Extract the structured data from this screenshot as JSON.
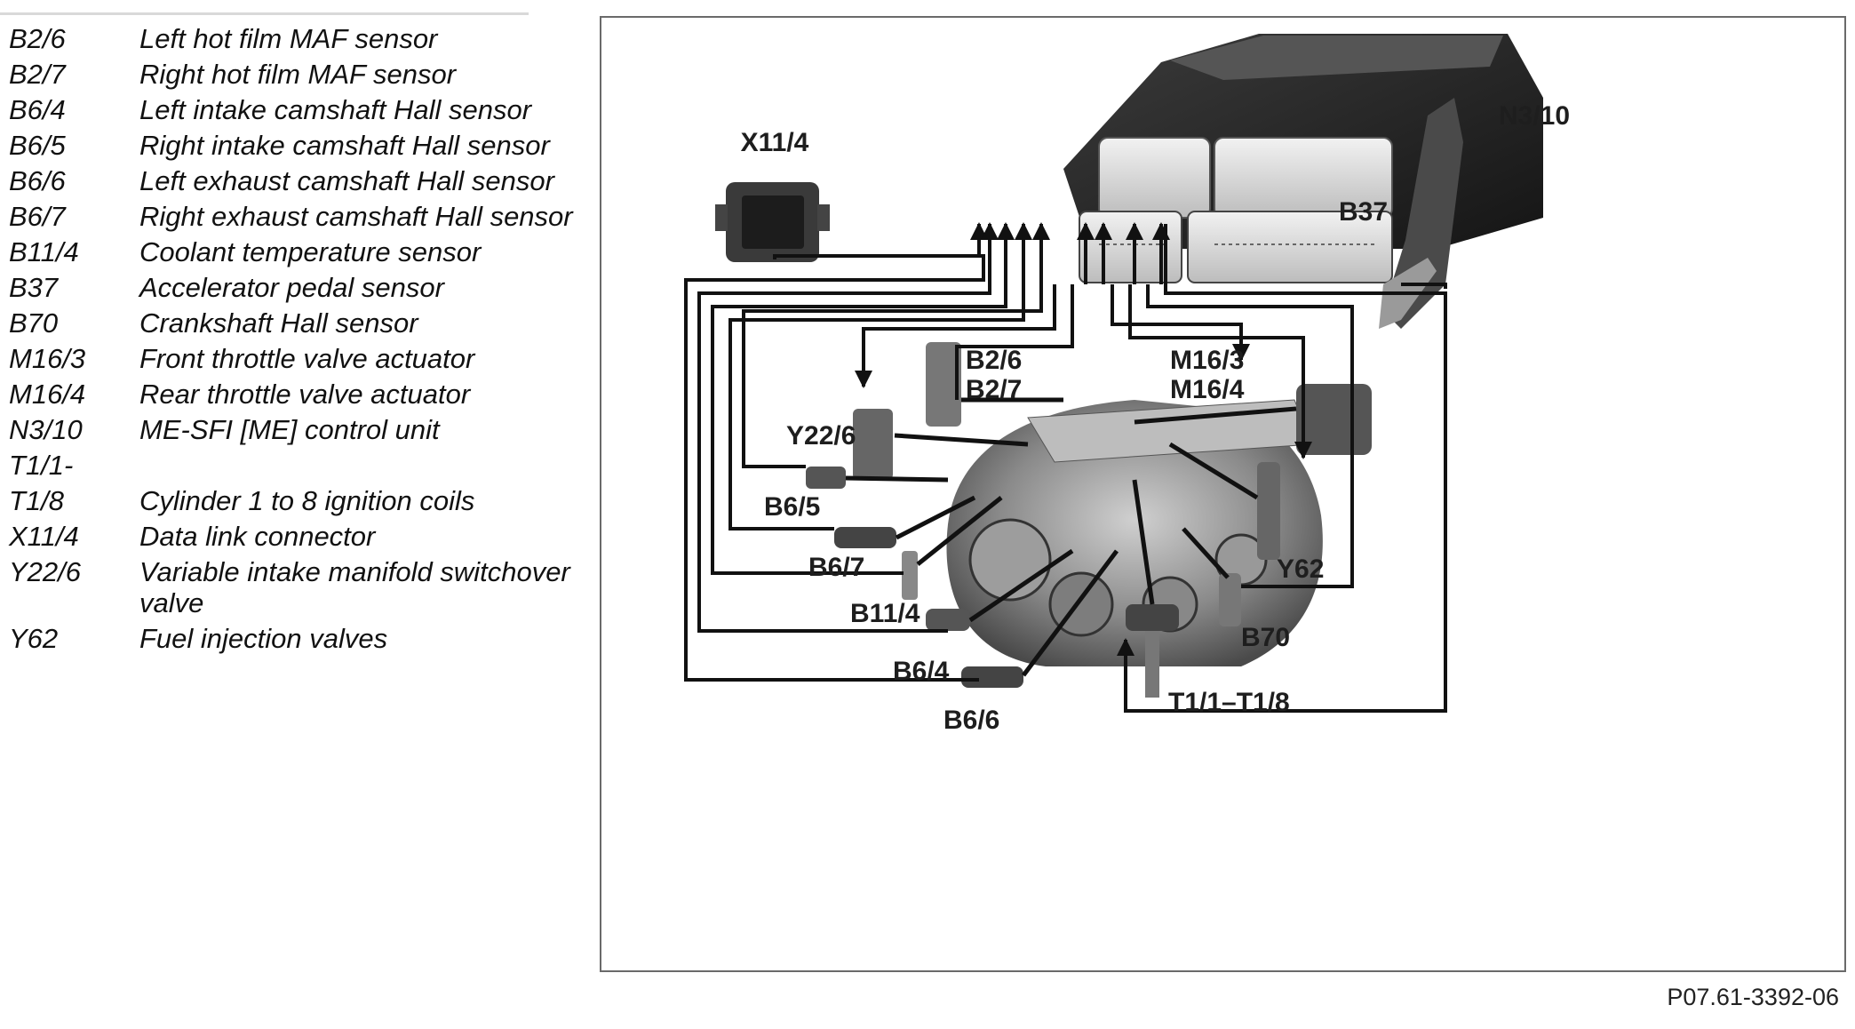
{
  "legend": [
    {
      "code": "B2/6",
      "desc": "Left hot film MAF sensor"
    },
    {
      "code": "B2/7",
      "desc": "Right hot film MAF sensor"
    },
    {
      "code": "B6/4",
      "desc": "Left intake camshaft Hall sensor"
    },
    {
      "code": "B6/5",
      "desc": "Right intake camshaft Hall sensor"
    },
    {
      "code": "B6/6",
      "desc": "Left exhaust camshaft Hall sensor"
    },
    {
      "code": "B6/7",
      "desc": "Right exhaust camshaft Hall sensor"
    },
    {
      "code": "B11/4",
      "desc": "Coolant temperature sensor"
    },
    {
      "code": "B37",
      "desc": "Accelerator pedal sensor"
    },
    {
      "code": "B70",
      "desc": "Crankshaft Hall sensor"
    },
    {
      "code": "M16/3",
      "desc": "Front throttle valve actuator"
    },
    {
      "code": "M16/4",
      "desc": "Rear throttle valve actuator"
    },
    {
      "code": "N3/10",
      "desc": "ME-SFI [ME] control unit"
    },
    {
      "code": "T1/1-",
      "desc": ""
    },
    {
      "code": "T1/8",
      "desc": "Cylinder 1 to 8 ignition coils"
    },
    {
      "code": "X11/4",
      "desc": "Data link connector"
    },
    {
      "code": "Y22/6",
      "desc": "Variable intake manifold switchover valve"
    },
    {
      "code": "Y62",
      "desc": "Fuel injection valves"
    }
  ],
  "diagram": {
    "labels": {
      "x11_4": "X11/4",
      "n3_10": "N3/10",
      "b37": "B37",
      "b2_6": "B2/6",
      "b2_7": "B2/7",
      "m16_3": "M16/3",
      "m16_4": "M16/4",
      "y22_6": "Y22/6",
      "b6_5": "B6/5",
      "b6_7": "B6/7",
      "b11_4": "B11/4",
      "b6_4": "B6/4",
      "b6_6": "B6/6",
      "y62": "Y62",
      "b70": "B70",
      "t1": "T1/1–T1/8"
    }
  },
  "figure_id": "P07.61-3392-06"
}
